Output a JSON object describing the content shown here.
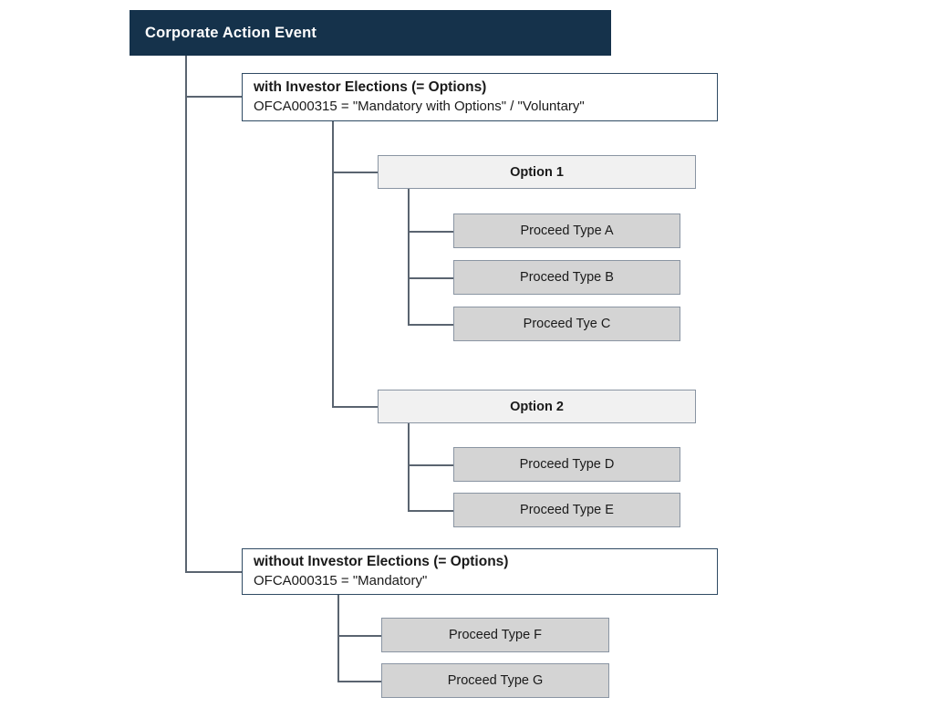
{
  "diagram": {
    "type": "tree",
    "root": {
      "label": "Corporate Action Event"
    },
    "branches": [
      {
        "title": "with Investor Elections (= Options)",
        "subtitle": "OFCA000315 = \"Mandatory with Options\" / \"Voluntary\"",
        "options": [
          {
            "label": "Option 1",
            "proceeds": [
              {
                "label": "Proceed Type A"
              },
              {
                "label": "Proceed Type B"
              },
              {
                "label": "Proceed Tye C"
              }
            ]
          },
          {
            "label": "Option 2",
            "proceeds": [
              {
                "label": "Proceed Type D"
              },
              {
                "label": "Proceed Type E"
              }
            ]
          }
        ]
      },
      {
        "title": "without Investor Elections (= Options)",
        "subtitle": "OFCA000315 = \"Mandatory\"",
        "proceeds": [
          {
            "label": "Proceed Type F"
          },
          {
            "label": "Proceed Type G"
          }
        ]
      }
    ]
  },
  "colors": {
    "root_fill": "#15324b",
    "root_text": "#ffffff",
    "branch_fill": "#ffffff",
    "branch_border": "#2f4a63",
    "option_fill": "#f1f1f1",
    "proceed_fill": "#d4d4d4",
    "node_border": "#8a95a3",
    "connector": "#5a6470",
    "text": "#1a1a1a"
  }
}
